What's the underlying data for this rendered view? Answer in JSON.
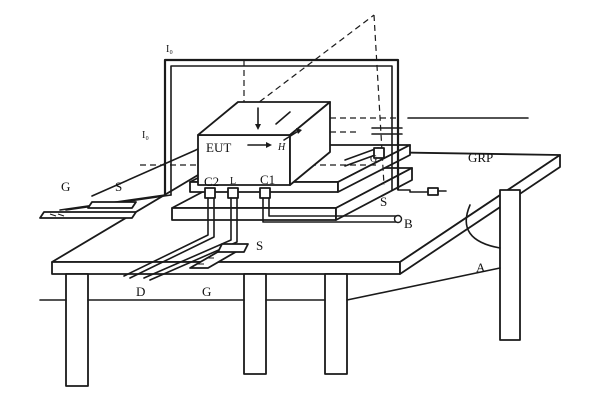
{
  "labels": {
    "eut": "EUT",
    "grp": "GRP",
    "ground_left": "G",
    "ground_bottom": "G",
    "ground_right": "G",
    "support_left": "S",
    "support_right": "S",
    "support_bottom": "S",
    "cable_c1": "C1",
    "cable_c2": "C2",
    "cable_l": "L",
    "point_a": "A",
    "point_b": "B",
    "point_d": "D",
    "current_top": "I₀",
    "current_left": "I₀",
    "field_h": "H"
  }
}
